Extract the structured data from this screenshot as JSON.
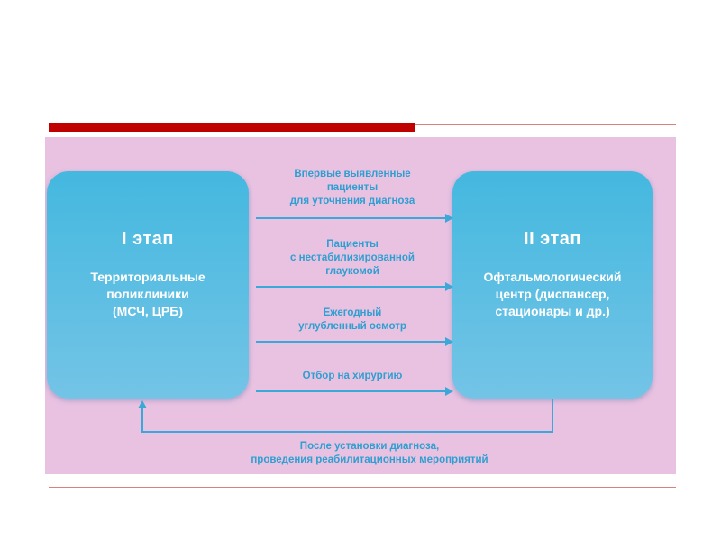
{
  "stages": {
    "left": {
      "title": "I этап",
      "lines": [
        "Территориальные",
        "поликлиники",
        "(МСЧ, ЦРБ)"
      ]
    },
    "right": {
      "title": "II этап",
      "lines": [
        "Офтальмологический",
        "центр (диспансер,",
        "стационары и др.)"
      ]
    }
  },
  "arrows": [
    {
      "lines": [
        "Впервые выявленные",
        "пациенты",
        "для уточнения диагноза"
      ]
    },
    {
      "lines": [
        "Пациенты",
        "с нестабилизированной",
        "глаукомой"
      ]
    },
    {
      "lines": [
        "Ежегодный",
        "углубленный осмотр"
      ]
    },
    {
      "lines": [
        "Отбор на хирургию"
      ]
    }
  ],
  "return_arrow": {
    "lines": [
      "После установки диагноза,",
      "проведения реабилитационных мероприятий"
    ]
  },
  "colors": {
    "accent_red": "#c00000",
    "panel_background": "#e9c2e2",
    "box_blue": "#44b8df",
    "arrow_blue": "#3aa8d8",
    "label_blue": "#2d9fd0"
  }
}
